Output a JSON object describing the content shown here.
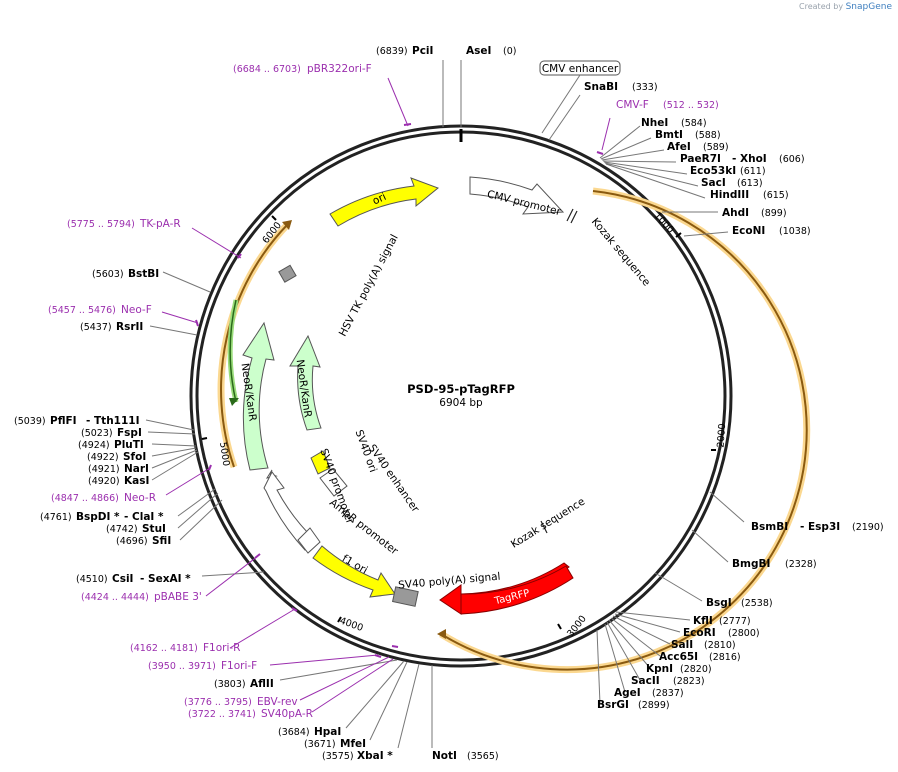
{
  "header": {
    "credit_text": "Created by",
    "brand": "SnapGene"
  },
  "plasmid": {
    "name": "PSD-95-pTagRFP",
    "length_label": "6904 bp",
    "length": 6904
  },
  "ticks": [
    {
      "bp": 1000,
      "label": "1000"
    },
    {
      "bp": 2000,
      "label": "2000"
    },
    {
      "bp": 3000,
      "label": "3000"
    },
    {
      "bp": 4000,
      "label": "4000"
    },
    {
      "bp": 5000,
      "label": "5000"
    },
    {
      "bp": 6000,
      "label": "6000"
    }
  ],
  "enzymes": [
    {
      "id": "pcii",
      "name": "PciI",
      "pos": "(6839)"
    },
    {
      "id": "asei",
      "name": "AseI",
      "pos": "(0)"
    },
    {
      "id": "snabi",
      "name": "SnaBI",
      "pos": "(333)"
    },
    {
      "id": "nhei",
      "name": "NheI",
      "pos": "(584)"
    },
    {
      "id": "bmti",
      "name": "BmtI",
      "pos": "(588)"
    },
    {
      "id": "afei",
      "name": "AfeI",
      "pos": "(589)"
    },
    {
      "id": "paer7i",
      "name": "PaeR7I",
      "pos": ""
    },
    {
      "id": "xhoi",
      "name": "- XhoI",
      "pos": "(606)"
    },
    {
      "id": "eco53ki",
      "name": "Eco53kI",
      "pos": "(611)"
    },
    {
      "id": "saci",
      "name": "SacI",
      "pos": "(613)"
    },
    {
      "id": "hindiii",
      "name": "HindIII",
      "pos": "(615)"
    },
    {
      "id": "ahdi",
      "name": "AhdI",
      "pos": "(899)"
    },
    {
      "id": "econi",
      "name": "EcoNI",
      "pos": "(1038)"
    },
    {
      "id": "bsmbi",
      "name": "BsmBI",
      "pos": ""
    },
    {
      "id": "esp3i",
      "name": "- Esp3I",
      "pos": "(2190)"
    },
    {
      "id": "bmgbi",
      "name": "BmgBI",
      "pos": "(2328)"
    },
    {
      "id": "bsgi",
      "name": "BsgI",
      "pos": "(2538)"
    },
    {
      "id": "kfli",
      "name": "KflI",
      "pos": "(2777)"
    },
    {
      "id": "ecori",
      "name": "EcoRI",
      "pos": "(2800)"
    },
    {
      "id": "sali",
      "name": "SalI",
      "pos": "(2810)"
    },
    {
      "id": "acc65i",
      "name": "Acc65I",
      "pos": "(2816)"
    },
    {
      "id": "kpni",
      "name": "KpnI",
      "pos": "(2820)"
    },
    {
      "id": "sacii",
      "name": "SacII",
      "pos": "(2823)"
    },
    {
      "id": "agei",
      "name": "AgeI",
      "pos": "(2837)"
    },
    {
      "id": "bsrgi",
      "name": "BsrGI",
      "pos": "(2899)"
    },
    {
      "id": "noti",
      "name": "NotI",
      "pos": "(3565)"
    },
    {
      "id": "xbai",
      "name": "XbaI *",
      "pos": "(3575)"
    },
    {
      "id": "mfei",
      "name": "MfeI",
      "pos": "(3671)"
    },
    {
      "id": "hpai",
      "name": "HpaI",
      "pos": "(3684)"
    },
    {
      "id": "aflii",
      "name": "AflII",
      "pos": "(3803)"
    },
    {
      "id": "csii",
      "name": "CsiI",
      "pos": "(4510)"
    },
    {
      "id": "sexai",
      "name": "- SexAI *",
      "pos": ""
    },
    {
      "id": "sfii",
      "name": "SfiI",
      "pos": "(4696)"
    },
    {
      "id": "stui",
      "name": "StuI",
      "pos": "(4742)"
    },
    {
      "id": "bspdi",
      "name": "BspDI *",
      "pos": "(4761)"
    },
    {
      "id": "clai",
      "name": "- ClaI *",
      "pos": ""
    },
    {
      "id": "kasi",
      "name": "KasI",
      "pos": "(4920)"
    },
    {
      "id": "nari",
      "name": "NarI",
      "pos": "(4921)"
    },
    {
      "id": "sfoi",
      "name": "SfoI",
      "pos": "(4922)"
    },
    {
      "id": "pluti",
      "name": "PluTI",
      "pos": "(4924)"
    },
    {
      "id": "fspi",
      "name": "FspI",
      "pos": "(5023)"
    },
    {
      "id": "pflfi",
      "name": "PflFI",
      "pos": "(5039)"
    },
    {
      "id": "tth111i",
      "name": "- Tth111I",
      "pos": ""
    },
    {
      "id": "rsrii",
      "name": "RsrII",
      "pos": "(5437)"
    },
    {
      "id": "bstbi",
      "name": "BstBI",
      "pos": "(5603)"
    }
  ],
  "primers": [
    {
      "id": "pbr322ori-f",
      "name": "pBR322ori-F",
      "pos": "(6684 .. 6703)"
    },
    {
      "id": "cmv-f",
      "name": "CMV-F",
      "pos": "(512 .. 532)"
    },
    {
      "id": "tk-pa-r",
      "name": "TK-pA-R",
      "pos": "(5775 .. 5794)"
    },
    {
      "id": "neo-f",
      "name": "Neo-F",
      "pos": "(5457 .. 5476)"
    },
    {
      "id": "neo-r",
      "name": "Neo-R",
      "pos": "(4847 .. 4866)"
    },
    {
      "id": "pbabe3",
      "name": "pBABE 3'",
      "pos": "(4424 .. 4444)"
    },
    {
      "id": "f1ori-r",
      "name": "F1ori-R",
      "pos": "(4162 .. 4181)"
    },
    {
      "id": "f1ori-f",
      "name": "F1ori-F",
      "pos": "(3950 .. 3971)"
    },
    {
      "id": "ebv-rev",
      "name": "EBV-rev",
      "pos": "(3776 .. 3795)"
    },
    {
      "id": "sv40pa-r",
      "name": "SV40pA-R",
      "pos": "(3722 .. 3741)"
    }
  ],
  "features": {
    "cmv_enhancer": "CMV enhancer",
    "cmv_promoter": "CMV promoter",
    "kozak1": "Kozak sequence",
    "kozak2": "Kozak sequence",
    "ori": "ori",
    "hsv_tk": "HSV TK poly(A) signal",
    "neor_outer": "NeoR/KanR",
    "neor_inner": "NeoR/KanR",
    "sv40_ori": "SV40 ori",
    "sv40_enhancer": "SV40 enhancer",
    "sv40_promoter": "SV40 promoter",
    "ampr_promoter": "AmpR promoter",
    "f1_ori": "f1 ori",
    "sv40_polya": "SV40 poly(A) signal",
    "tagrfp": "TagRFP"
  },
  "colors": {
    "backbone": "#222222",
    "orange_orf": "#f0a020",
    "orange_glow": "#fbd890",
    "primer": "#9b2fae",
    "ori_yellow": "#ffff00",
    "neo_green": "#ccffcc",
    "tagrfp_red": "#ff0000",
    "polya_gray": "#999999",
    "promoter_white": "#ffffff"
  }
}
